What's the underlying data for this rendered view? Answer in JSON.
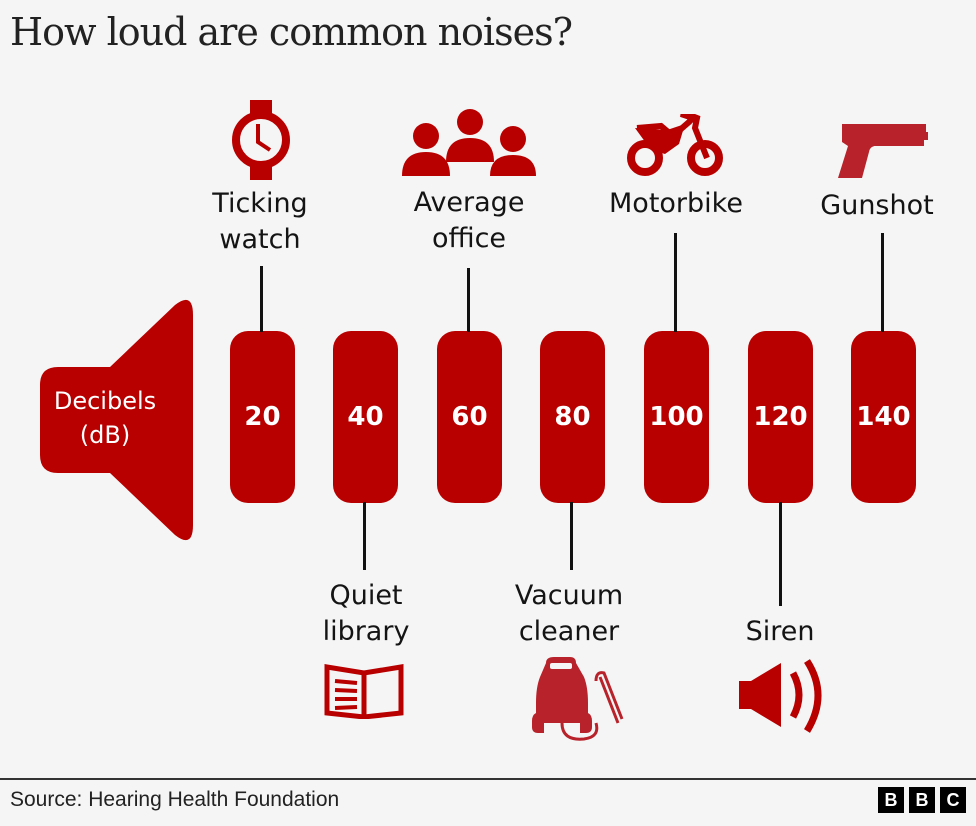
{
  "title": "How loud are common noises?",
  "scale_label": {
    "line1": "Decibels",
    "line2": "(dB)"
  },
  "colors": {
    "accent": "#b80000",
    "icon": "#b8222a",
    "text": "#141414",
    "background": "#f5f5f5"
  },
  "levels": [
    {
      "db": "20",
      "label1": "Ticking",
      "label2": "watch",
      "position": "top",
      "icon": "watch-icon"
    },
    {
      "db": "40",
      "label1": "Quiet",
      "label2": "library",
      "position": "bottom",
      "icon": "book-icon"
    },
    {
      "db": "60",
      "label1": "Average",
      "label2": "office",
      "position": "top",
      "icon": "people-icon"
    },
    {
      "db": "80",
      "label1": "Vacuum",
      "label2": "cleaner",
      "position": "bottom",
      "icon": "vacuum-icon"
    },
    {
      "db": "100",
      "label1": "Motorbike",
      "label2": "",
      "position": "top",
      "icon": "motorbike-icon"
    },
    {
      "db": "120",
      "label1": "Siren",
      "label2": "",
      "position": "bottom",
      "icon": "siren-icon"
    },
    {
      "db": "140",
      "label1": "Gunshot",
      "label2": "",
      "position": "top",
      "icon": "gun-icon"
    }
  ],
  "footer": {
    "source": "Source: Hearing Health Foundation",
    "logo": [
      "B",
      "B",
      "C"
    ]
  },
  "chart_data": {
    "type": "table",
    "title": "How loud are common noises?",
    "unit": "Decibels (dB)",
    "categories": [
      "Ticking watch",
      "Quiet library",
      "Average office",
      "Vacuum cleaner",
      "Motorbike",
      "Siren",
      "Gunshot"
    ],
    "values": [
      20,
      40,
      60,
      80,
      100,
      120,
      140
    ],
    "source": "Hearing Health Foundation"
  }
}
